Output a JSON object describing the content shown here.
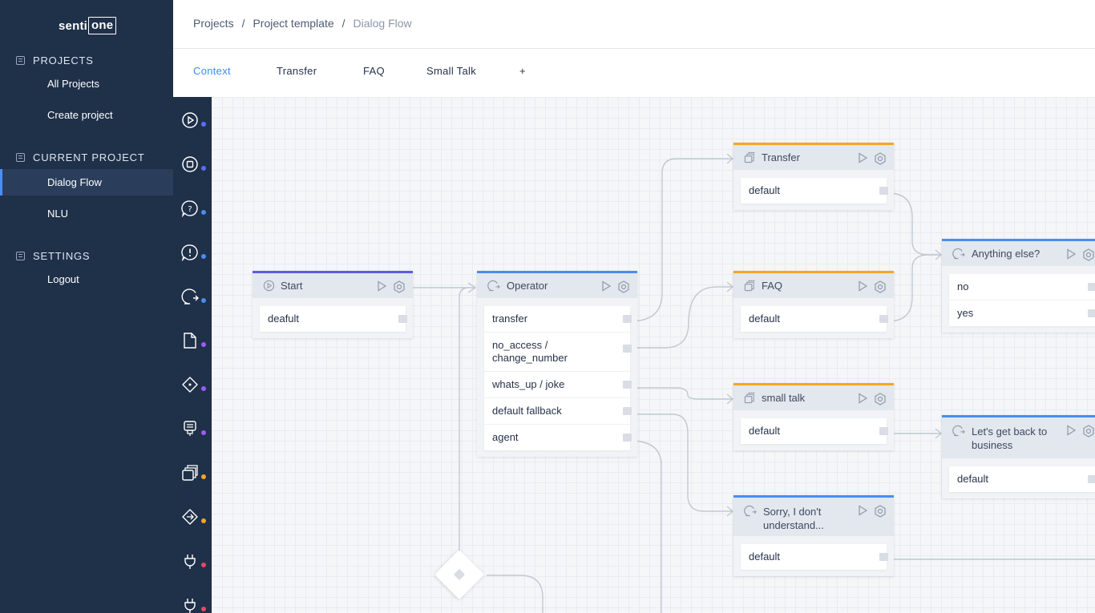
{
  "app": {
    "logo_text": "senti",
    "logo_box": "one"
  },
  "sidebar": {
    "projects_label": "PROJECTS",
    "all_projects": "All Projects",
    "create_project": "Create project",
    "current_project_label": "CURRENT PROJECT",
    "dialog_flow": "Dialog Flow",
    "nlu": "NLU",
    "settings_label": "SETTINGS",
    "logout": "Logout"
  },
  "breadcrumb": {
    "items": [
      "Projects",
      "Project template",
      "Dialog Flow"
    ]
  },
  "tabs": [
    "Context",
    "Transfer",
    "FAQ",
    "Small Talk",
    "+"
  ],
  "tools": [
    {
      "icon": "play-circle-icon",
      "color": "#5b6cff"
    },
    {
      "icon": "stop-square-icon",
      "color": "#5b6cff"
    },
    {
      "icon": "question-bubble-icon",
      "color": "#4a8df0"
    },
    {
      "icon": "alert-bubble-icon",
      "color": "#4a8df0"
    },
    {
      "icon": "redirect-bubble-icon",
      "color": "#4a8df0"
    },
    {
      "icon": "document-icon",
      "color": "#9b5cf6"
    },
    {
      "icon": "diamond-condition-icon",
      "color": "#9b5cf6"
    },
    {
      "icon": "api-icon",
      "color": "#9b5cf6"
    },
    {
      "icon": "stack-icon",
      "color": "#f5a623"
    },
    {
      "icon": "diamond-arrow-icon",
      "color": "#f5a623"
    },
    {
      "icon": "plug-icon",
      "color": "#ef4466"
    },
    {
      "icon": "plug-icon",
      "color": "#ef4466"
    }
  ],
  "nodes": {
    "start": {
      "title": "Start",
      "rows": [
        "deafult"
      ]
    },
    "operator": {
      "title": "Operator",
      "rows": [
        "transfer",
        "no_access / change_number",
        "whats_up / joke",
        "default fallback",
        "agent"
      ]
    },
    "transfer": {
      "title": "Transfer",
      "rows": [
        "default"
      ]
    },
    "faq": {
      "title": "FAQ",
      "rows": [
        "default"
      ]
    },
    "small_talk": {
      "title": "small talk",
      "rows": [
        "default"
      ]
    },
    "sorry": {
      "title": "Sorry, I don't understand...",
      "rows": [
        "default"
      ]
    },
    "anything_else": {
      "title": "Anything else?",
      "rows": [
        "no",
        "yes"
      ]
    },
    "back_to_business": {
      "title": "Let's get back to business",
      "rows": [
        "default"
      ]
    }
  },
  "colors": {
    "accent": "#3d8bf2",
    "sidebar": "#1f3049",
    "start_bar": "#5b5ce6",
    "response_bar": "#4a8df0",
    "subflow_bar": "#f5a623"
  }
}
